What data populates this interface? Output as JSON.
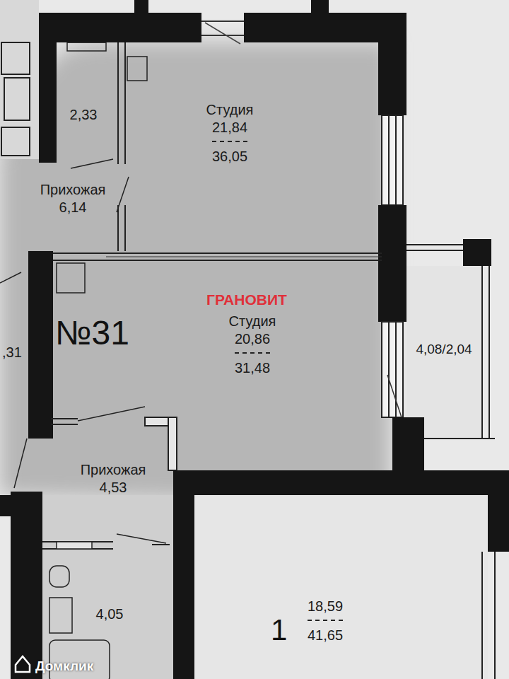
{
  "diagram": {
    "nodes": [
      {
        "text": [
          "2,33"
        ]
      },
      {
        "text": [
          "Студия",
          "21,84",
          "36,05"
        ]
      },
      {
        "text": [
          "Прихожая",
          "6,14"
        ]
      },
      {
        "text": [
          "Студия",
          "20,86",
          "31,48"
        ]
      },
      {
        "text": [
          "4,08/2,04"
        ]
      },
      {
        "text": [
          "Прихожая",
          "4,53"
        ]
      },
      {
        "text": [
          "4,05"
        ]
      },
      {
        "text": [
          "18,59",
          "41,65"
        ]
      }
    ],
    "labels": [
      "№31",
      ",31",
      "ГРАНОВИТ",
      "1",
      "Домклик"
    ]
  }
}
